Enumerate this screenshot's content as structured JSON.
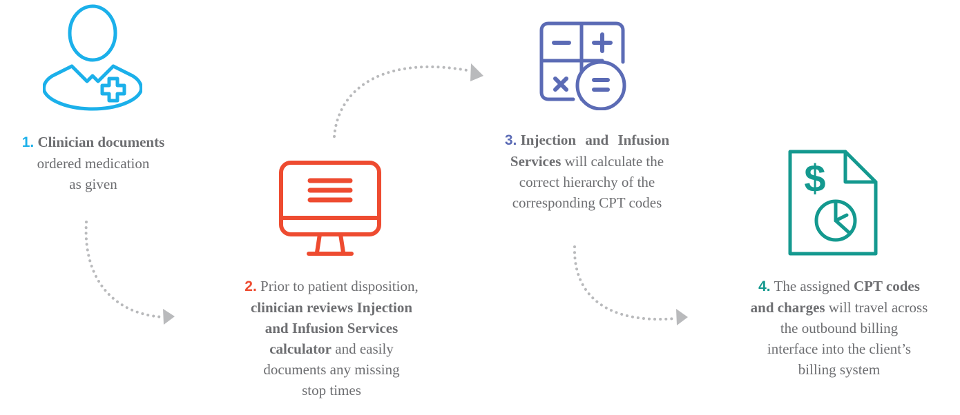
{
  "colors": {
    "step1": "#1bb0ea",
    "step2": "#ee4b30",
    "step3": "#5b6bb5",
    "step4": "#14998f",
    "text": "#6d6e71",
    "arrow": "#b9babc"
  },
  "icons": {
    "step1": "clinician-icon",
    "step2": "monitor-icon",
    "step3": "calculator-icon",
    "step4": "billing-document-icon"
  },
  "steps": [
    {
      "number": "1.",
      "bold": "Clinician documents",
      "line2": "ordered medication",
      "line3": "as given"
    },
    {
      "number": "2.",
      "line1_rest": "Prior to patient disposition,",
      "bold1": "clinician reviews Injection",
      "bold2": "and Infusion Services",
      "bold3": "calculator",
      "line4_rest": "and easily",
      "line5": "documents any missing",
      "line6": "stop times"
    },
    {
      "number": "3.",
      "bold1": "Injection and Infusion",
      "bold2": "Services",
      "line2_rest": "will calculate the",
      "line3": "correct hierarchy of the",
      "line4": "corresponding CPT codes"
    },
    {
      "number": "4.",
      "line1_pre": "The assigned",
      "bold1": "CPT codes",
      "bold2": "and charges",
      "line2_rest": "will travel across",
      "line3": "the outbound billing",
      "line4": "interface into the client’s",
      "line5": "billing system"
    }
  ]
}
